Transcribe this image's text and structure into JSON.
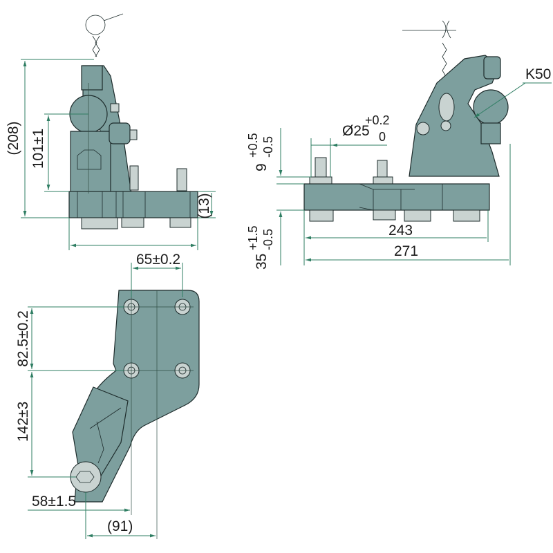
{
  "colors": {
    "body": "#7d9f9e",
    "dimension_line": "#2e7d62",
    "outline": "#1d2b2b"
  },
  "front_view": {
    "height_overall": "(208)",
    "ball_height": "101±1",
    "plate_thickness": "(13)"
  },
  "side_view": {
    "ball_label": "K50",
    "pin_diameter": "Ø25",
    "pin_tol_upper": "+0.2",
    "pin_tol_lower": "0",
    "pin_height": "9",
    "pin_height_tol_upper": "+0.5",
    "pin_height_tol_lower": "-0.5",
    "plate_height": "35",
    "plate_height_tol_upper": "+1.5",
    "plate_height_tol_lower": "-0.5",
    "hole_distance": "243",
    "overall_length": "271"
  },
  "top_view": {
    "hole_spacing_x": "65±0.2",
    "hole_spacing_y": "82.5±0.2",
    "ball_offset_y": "142±3",
    "ball_offset_x": "58±1.5",
    "width": "(91)"
  }
}
